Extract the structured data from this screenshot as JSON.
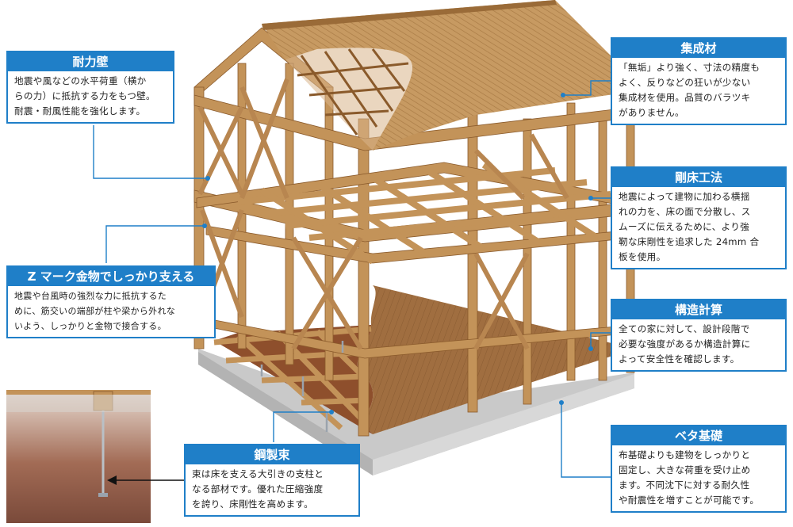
{
  "colors": {
    "accent": "#1f7fc8",
    "wood": "#c39359",
    "wood_dark": "#8a5a2b",
    "floor": "#9a6a3e",
    "foundation": "#c9c9c9",
    "soil": "#8d5a45"
  },
  "callouts": {
    "tairyokuheki": {
      "title": "耐力壁",
      "lines": [
        "地震や風などの水平荷重（横か",
        "らの力）に抵抗する力をもつ壁。",
        "耐震・耐風性能を強化します。"
      ]
    },
    "z_mark": {
      "title": "Z マーク金物でしっかり支える",
      "lines": [
        "地震や台風時の強烈な力に抵抗するた",
        "めに、筋交いの端部が柱や梁から外れな",
        "いよう、しっかりと金物で接合する。"
      ]
    },
    "kotetsu": {
      "title": "鋼製束",
      "lines": [
        "束は床を支える大引きの支柱と",
        "なる部材です。優れた圧縮強度",
        "を誇り、床剛性を高めます。"
      ]
    },
    "shuseizai": {
      "title": "集成材",
      "lines": [
        "「無垢」より強く、寸法の精度も",
        "よく、反りなどの狂いが少ない",
        "集成材を使用。品質のバラツキ",
        "がありません。"
      ]
    },
    "goyuka": {
      "title": "剛床工法",
      "lines": [
        "地震によって建物に加わる横揺",
        "れの力を、床の面で分散し、ス",
        "ムーズに伝えるために、より強",
        "靭な床剛性を追求した 24mm 合",
        "板を使用。"
      ]
    },
    "kozo": {
      "title": "構造計算",
      "lines": [
        "全ての家に対して、設計段階で",
        "必要な強度があるか構造計算に",
        "よって安全性を確認します。"
      ]
    },
    "beta": {
      "title": "ベタ基礎",
      "lines": [
        "布基礎よりも建物をしっかりと",
        "固定し、大きな荷重を受け止め",
        "ます。不同沈下に対する耐久性",
        "や耐震性を増すことが可能です。"
      ]
    }
  }
}
